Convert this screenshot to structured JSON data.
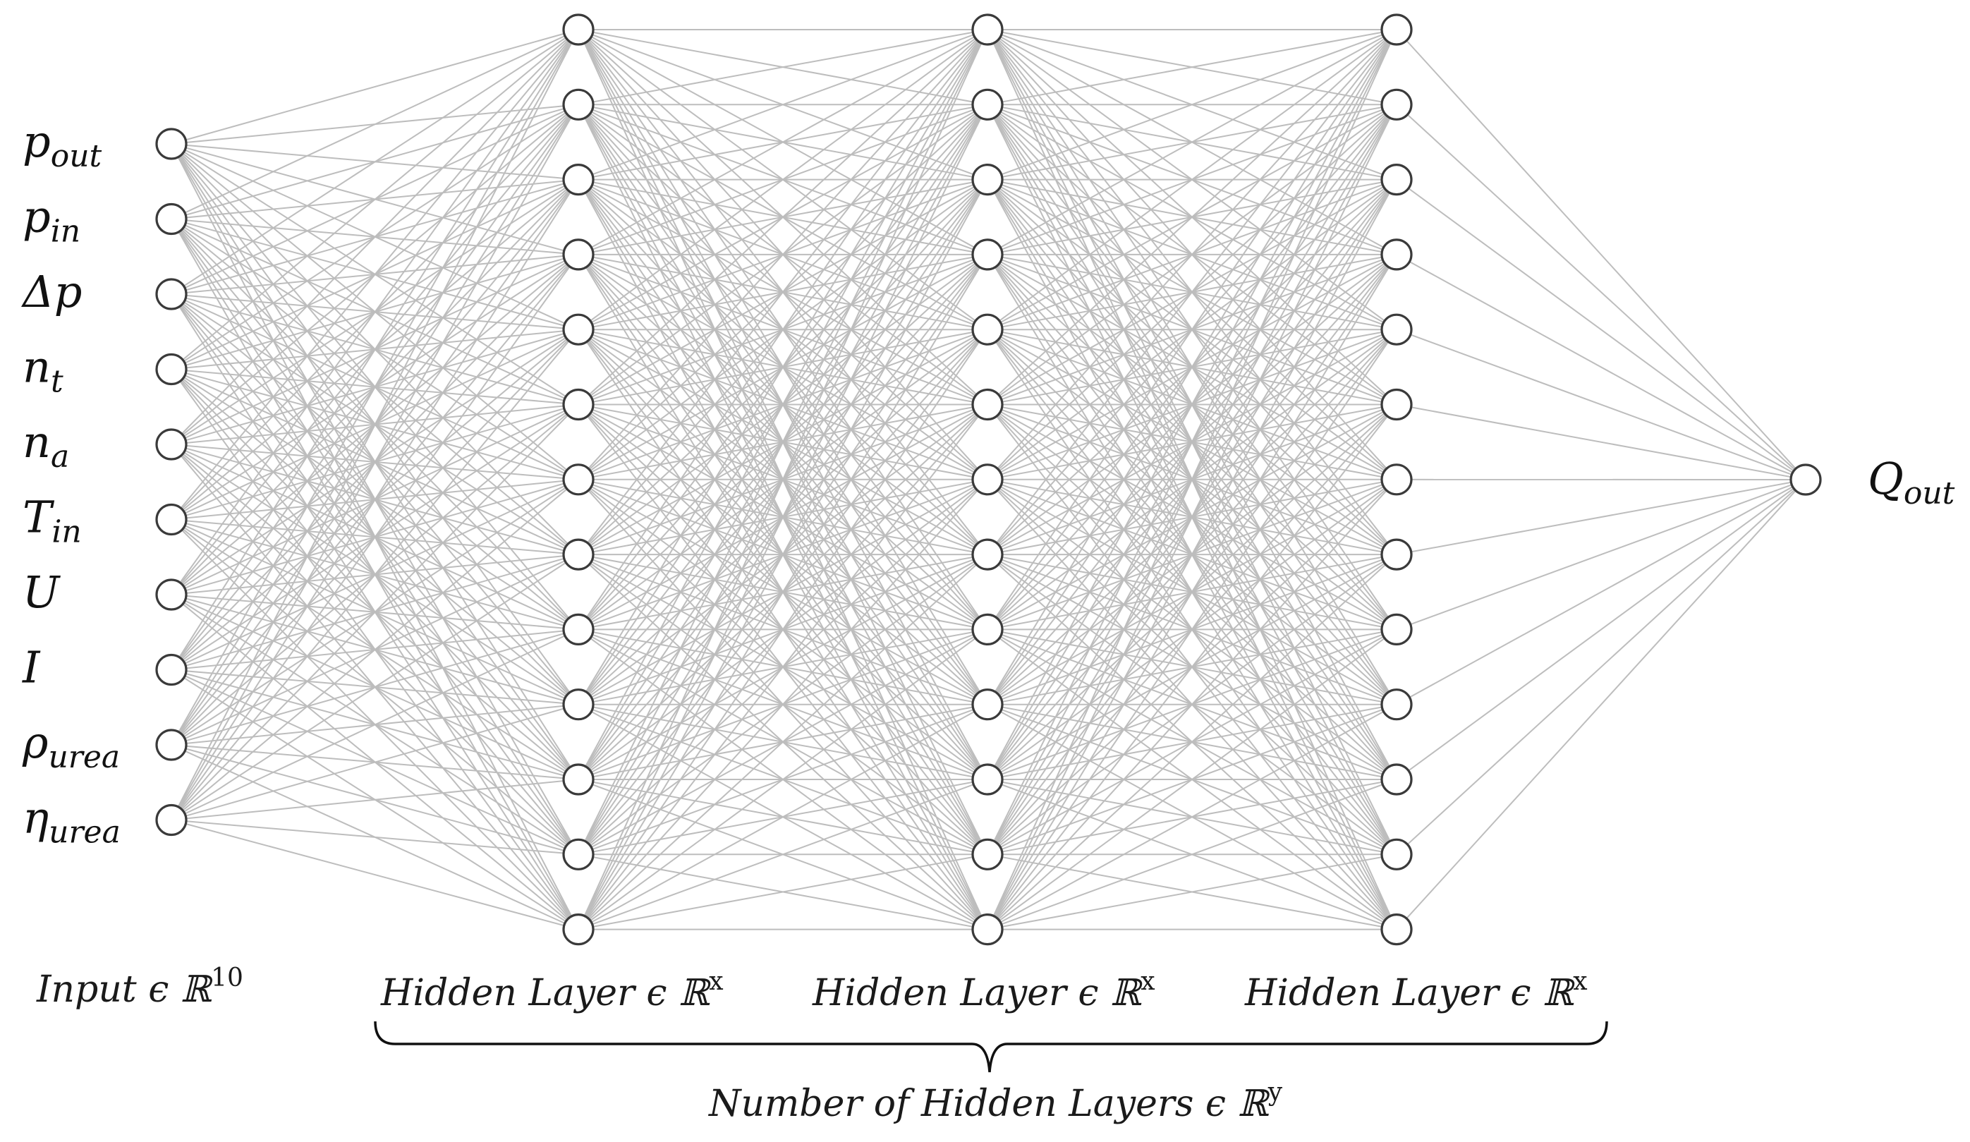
{
  "network": {
    "input_labels": [
      {
        "base": "p",
        "sub": "out"
      },
      {
        "base": "p",
        "sub": "in"
      },
      {
        "base": "Δp",
        "sub": ""
      },
      {
        "base": "n",
        "sub": "t"
      },
      {
        "base": "n",
        "sub": "a"
      },
      {
        "base": "T",
        "sub": "in"
      },
      {
        "base": "U",
        "sub": ""
      },
      {
        "base": "I",
        "sub": ""
      },
      {
        "base": "ρ",
        "sub": "urea"
      },
      {
        "base": "η",
        "sub": "urea"
      }
    ],
    "hidden_layer_sizes": [
      13,
      13,
      13
    ],
    "output_label": {
      "base": "Q",
      "sub": "out"
    }
  },
  "captions": {
    "input": {
      "text": "Input ϵ ℝ",
      "sup": "10"
    },
    "hidden": [
      {
        "text": "Hidden Layer ϵ ℝ",
        "sup": "x"
      },
      {
        "text": "Hidden Layer ϵ ℝ",
        "sup": "x"
      },
      {
        "text": "Hidden Layer ϵ ℝ",
        "sup": "x"
      }
    ],
    "count": {
      "text": "Number of Hidden Layers ϵ ℝ",
      "sup": "y"
    }
  }
}
